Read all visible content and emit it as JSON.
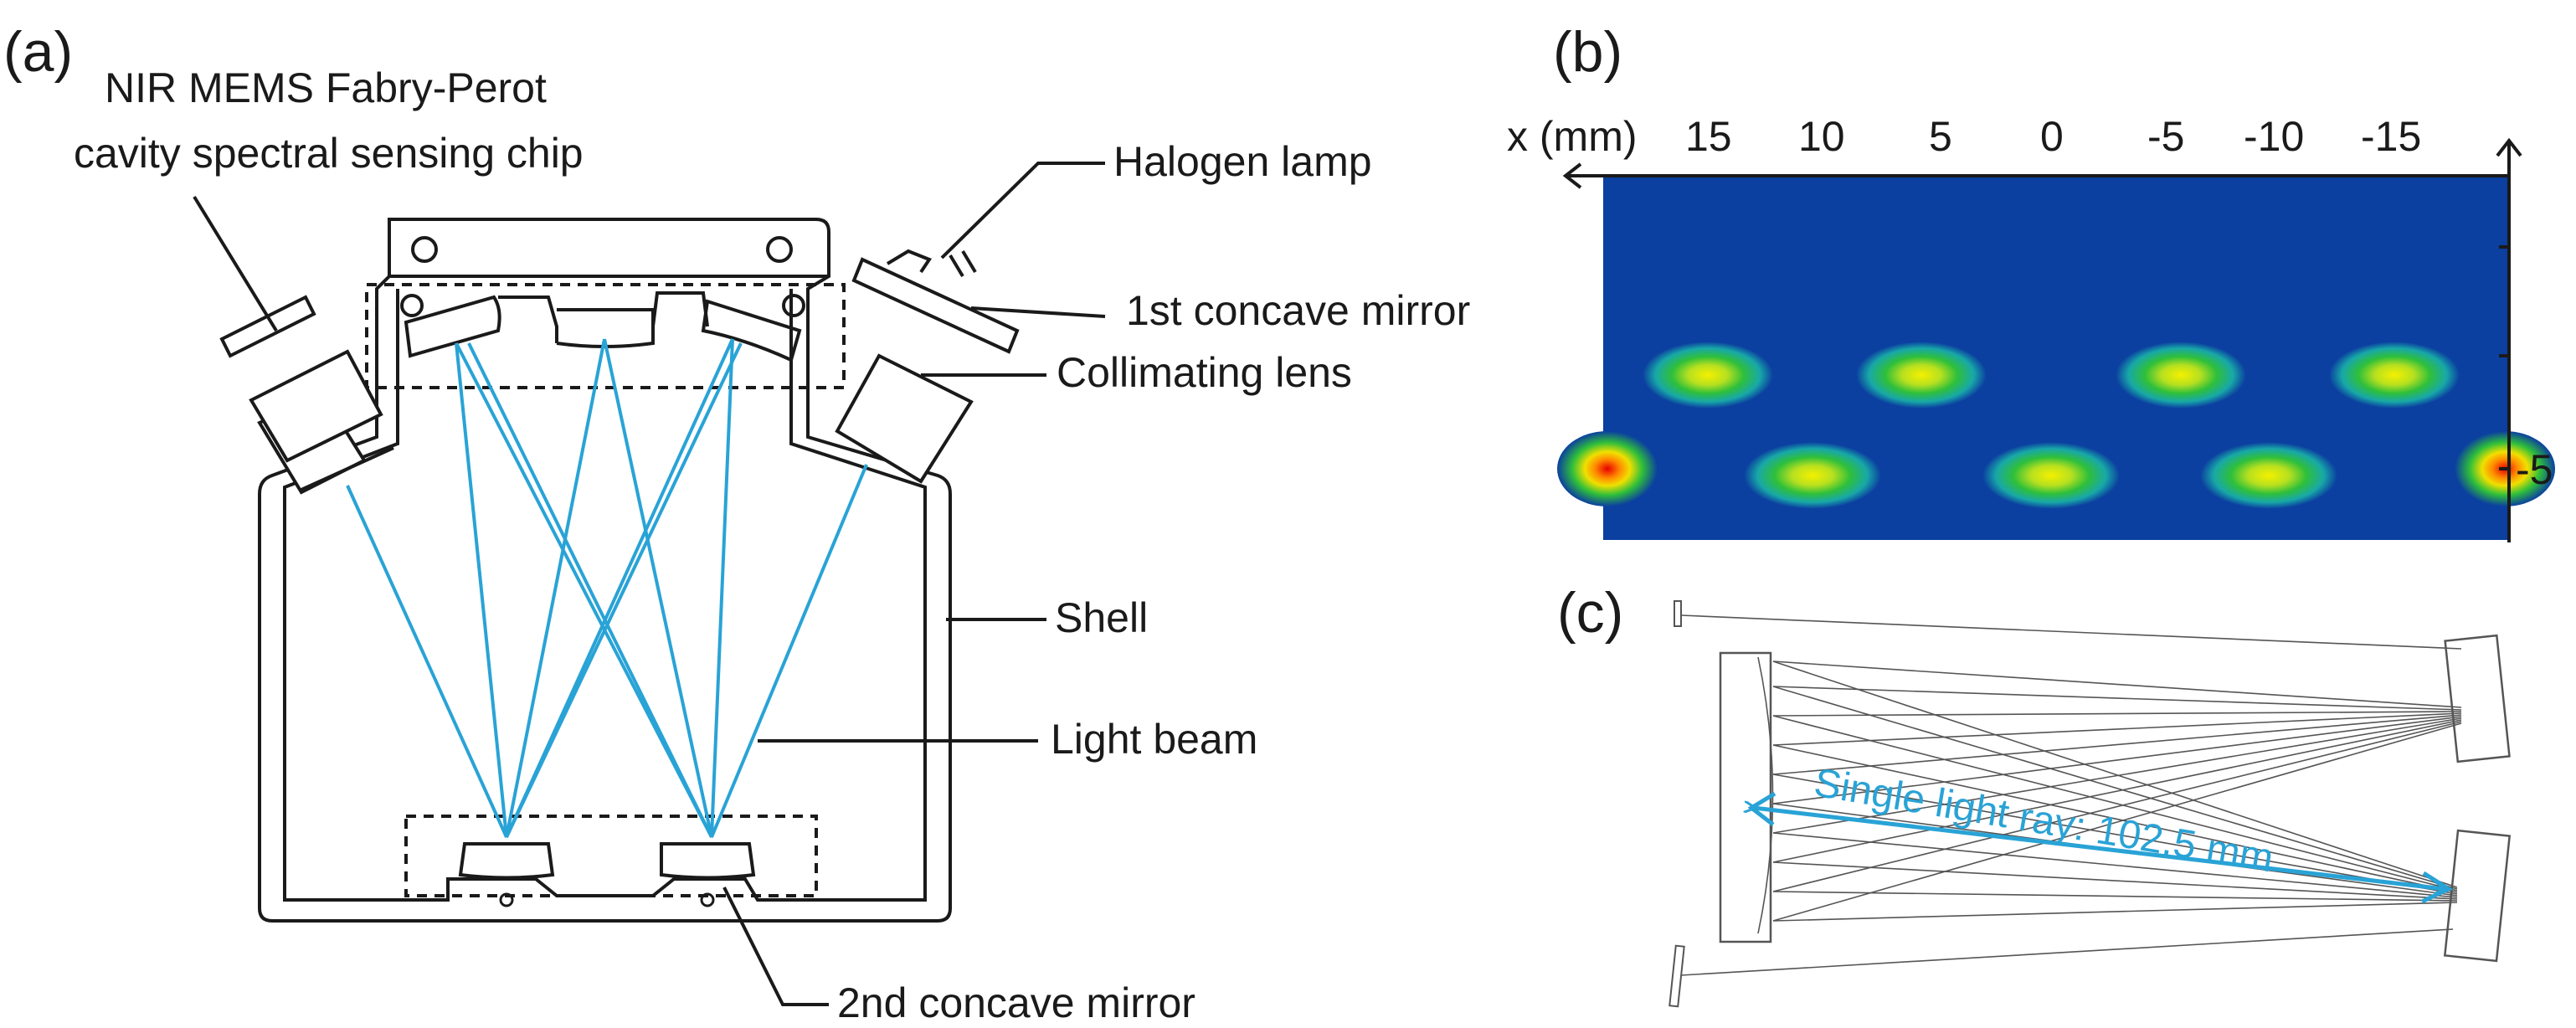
{
  "panel_a": {
    "label": "(a)",
    "callouts": {
      "chip_line1": "NIR MEMS Fabry-Perot",
      "chip_line2": "cavity spectral sensing chip",
      "halogen_lamp": "Halogen lamp",
      "first_mirror": "1st concave mirror",
      "collimating_lens": "Collimating lens",
      "shell": "Shell",
      "light_beam": "Light beam",
      "second_mirror": "2nd concave mirror"
    },
    "colors": {
      "beam": "#29a3d6",
      "outline": "#1a1a1a"
    }
  },
  "panel_b": {
    "label": "(b)",
    "x_axis_label": "x (mm)",
    "x_ticks": [
      "15",
      "10",
      "5",
      "0",
      "-5",
      "-10",
      "-15"
    ],
    "y_ticks": [
      "-5"
    ],
    "colors": {
      "background": "#0b3fa0",
      "spot_core": "#f0e000",
      "spot_mid": "#39c23a",
      "spot_edge": "#1f8fd0",
      "hot_core": "#e80000"
    }
  },
  "panel_c": {
    "label": "(c)",
    "annotation": "Single light ray: 102.5 mm",
    "colors": {
      "ray": "#29a3d6",
      "lines": "#555555"
    }
  }
}
